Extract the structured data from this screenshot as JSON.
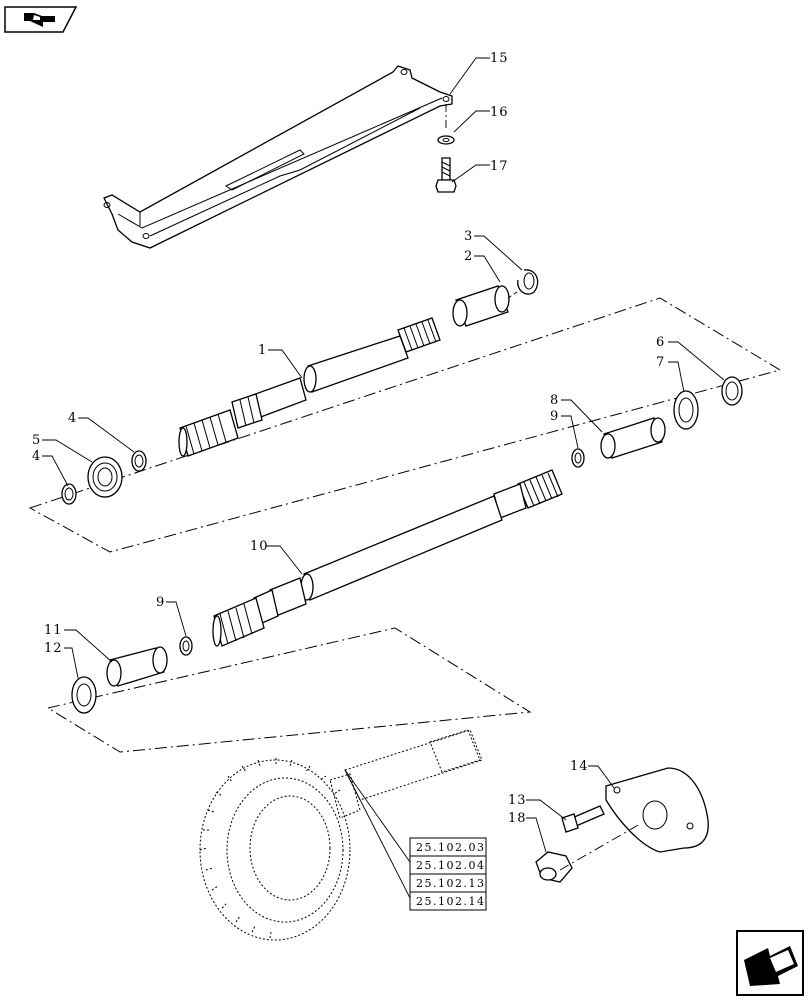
{
  "callouts": [
    {
      "id": "c15",
      "label": "15"
    },
    {
      "id": "c16",
      "label": "16"
    },
    {
      "id": "c17",
      "label": "17"
    },
    {
      "id": "c3",
      "label": "3"
    },
    {
      "id": "c2",
      "label": "2"
    },
    {
      "id": "c1",
      "label": "1"
    },
    {
      "id": "c6",
      "label": "6"
    },
    {
      "id": "c7",
      "label": "7"
    },
    {
      "id": "c8",
      "label": "8"
    },
    {
      "id": "c9a",
      "label": "9"
    },
    {
      "id": "c4a",
      "label": "4"
    },
    {
      "id": "c5",
      "label": "5"
    },
    {
      "id": "c4b",
      "label": "4"
    },
    {
      "id": "c10",
      "label": "10"
    },
    {
      "id": "c9b",
      "label": "9"
    },
    {
      "id": "c11",
      "label": "11"
    },
    {
      "id": "c12",
      "label": "12"
    },
    {
      "id": "c14",
      "label": "14"
    },
    {
      "id": "c13",
      "label": "13"
    },
    {
      "id": "c18",
      "label": "18"
    }
  ],
  "references": [
    "25.102.03",
    "25.102.04",
    "25.102.13",
    "25.102.14"
  ],
  "icons": {
    "top_left": "previous-page-arrow-icon",
    "bottom_right": "next-page-arrow-icon"
  }
}
